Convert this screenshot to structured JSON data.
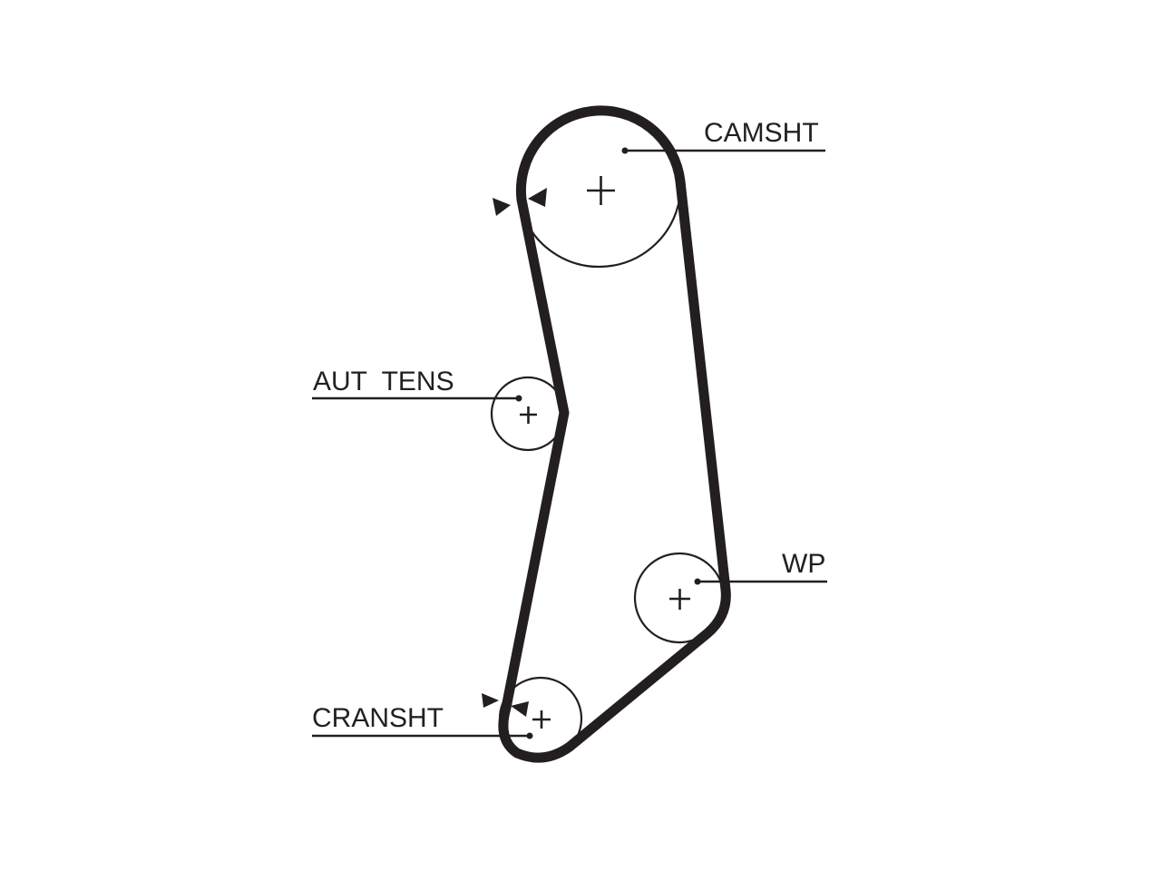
{
  "colors": {
    "line": "#231f20",
    "background": "#ffffff"
  },
  "labels": {
    "camshaft": "CAMSHT",
    "tensioner": "AUT  TENS",
    "water_pump": "WP",
    "crankshaft": "CRANSHT"
  }
}
